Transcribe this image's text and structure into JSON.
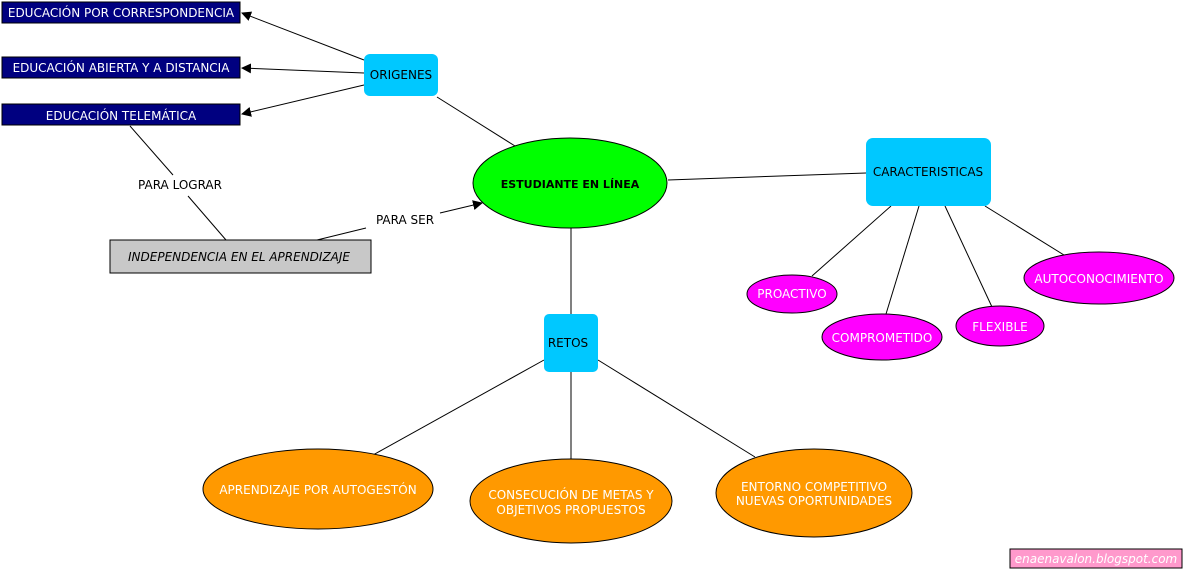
{
  "colors": {
    "origins_box": "#000080",
    "category_box": "#00c8ff",
    "central_node": "#00ff00",
    "characteristics": "#ff00ff",
    "challenges": "#ff9900",
    "independence_box": "#c8c8c8",
    "watermark": "#ff99cc"
  },
  "origins": [
    "EDUCACIÓN POR CORRESPONDENCIA",
    "EDUCACIÓN ABIERTA Y A DISTANCIA",
    "EDUCACIÓN TELEMÁTICA"
  ],
  "origenes": "ORIGENES",
  "central": "ESTUDIANTE EN LÍNEA",
  "caracteristicas": "CARACTERISTICAS",
  "retos": "RETOS",
  "independencia": "INDEPENDENCIA EN EL APRENDIZAJE",
  "links": {
    "para_lograr": "PARA LOGRAR",
    "para_ser": "PARA SER"
  },
  "characteristics": [
    "PROACTIVO",
    "COMPROMETIDO",
    "FLEXIBLE",
    "AUTOCONOCIMIENTO"
  ],
  "challenges": [
    [
      "APRENDIZAJE POR AUTOGESTÓN"
    ],
    [
      "CONSECUCIÓN DE METAS Y",
      "OBJETIVOS PROPUESTOS"
    ],
    [
      "ENTORNO COMPETITIVO",
      "NUEVAS OPORTUNIDADES"
    ]
  ],
  "watermark": "enaenavalon.blogspot.com"
}
